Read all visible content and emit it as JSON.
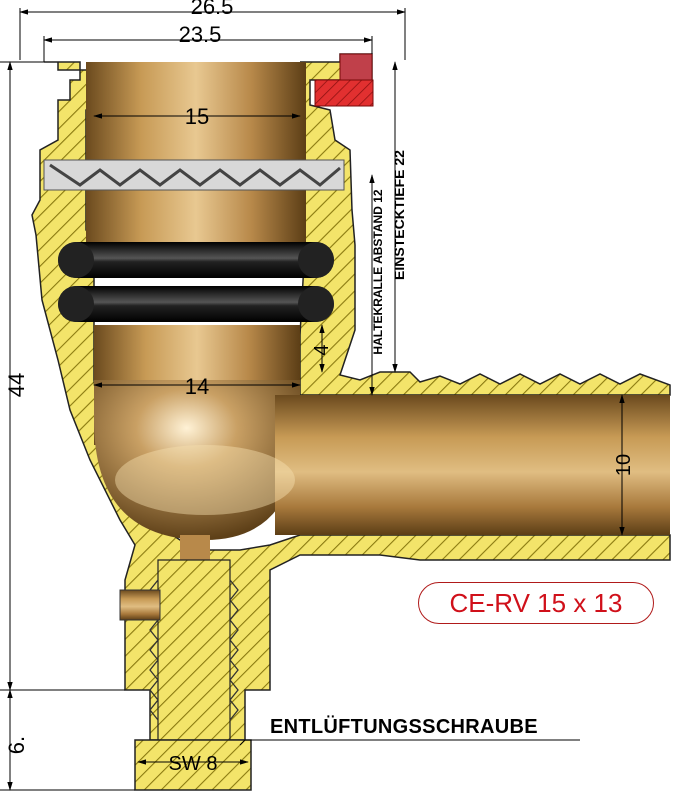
{
  "dimensions": {
    "overall_width": "26.5",
    "flange_width": "23.5",
    "bore_top": "15",
    "bore_lower": "14",
    "height": "44",
    "screw_height": "6.",
    "outlet_bore": "10",
    "oring_gap": "4",
    "claw_distance": "HALTEKRALLE ABSTAND 12",
    "insertion_depth": "EINSTECKTIEFE 22",
    "wrench_size": "SW 8"
  },
  "labels": {
    "model": "CE-RV 15 x 13",
    "screw": "ENTLÜFTUNGSSCHRAUBE"
  },
  "colors": {
    "body": "#f3e46a",
    "hatch": "#8a7a10",
    "pipe_bronze": "#b8894a",
    "ring_red": "#e23030",
    "oring": "#111111",
    "accent_red": "#d0101a"
  }
}
